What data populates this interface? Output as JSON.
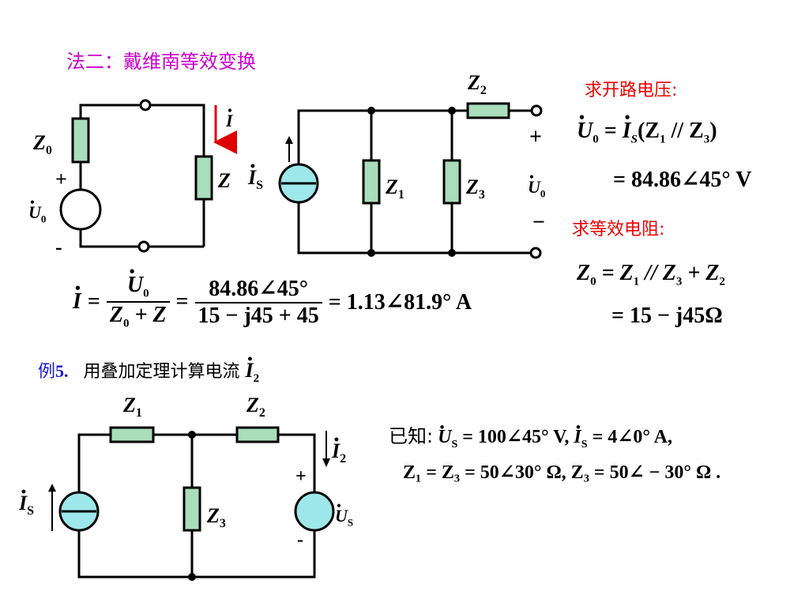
{
  "heading": "法二：戴维南等效变换",
  "open_circuit_title": "求开路电压:",
  "eq_resistance_title": "求等效电阻:",
  "circuit1": {
    "z0": "Z",
    "z0_sub": "0",
    "u0": "U",
    "u0_sub": "0",
    "z": "Z",
    "i": "I",
    "plus": "+",
    "minus": "-"
  },
  "circuit2": {
    "z2": "Z",
    "z2_sub": "2",
    "is": "I",
    "is_sub": "S",
    "z1": "Z",
    "z1_sub": "1",
    "z3": "Z",
    "z3_sub": "3",
    "u0": "U",
    "u0_sub": "0",
    "plus": "+",
    "minus": "−"
  },
  "eq_u0": {
    "lhs": "U",
    "lhs_sub": "0",
    "rhs_a": "= ",
    "is": "I",
    "is_sub": "S",
    "rhs_b": "(Z",
    "z1_sub": "1",
    "par": " // Z",
    "z3_sub": "3",
    "close": ")",
    "line2": "= 84.86∠45° V"
  },
  "eq_z0": {
    "line1_a": "Z",
    "line1_sub": "0",
    "line1_b": " = Z",
    "z1_sub": "1",
    "line1_c": " // Z",
    "z3_sub": "3",
    "line1_d": " + Z",
    "z2_sub": "2",
    "line2": "= 15 − j45Ω"
  },
  "eq_i": {
    "i": "I",
    "eq1": "=",
    "frac1_num": "U",
    "frac1_num_sub": "0",
    "frac1_den": "Z",
    "frac1_den_sub": "0",
    "frac1_den_rest": " + Z",
    "eq2": "=",
    "frac2_num": "84.86∠45°",
    "frac2_den": "15 − j45 + 45",
    "result": "= 1.13∠81.9° A"
  },
  "example": {
    "label": "例",
    "num": "5.",
    "text": "用叠加定理计算电流",
    "i": "I",
    "i_sub": "2"
  },
  "circuit3": {
    "z1": "Z",
    "z1_sub": "1",
    "z2": "Z",
    "z2_sub": "2",
    "z3": "Z",
    "z3_sub": "3",
    "is": "I",
    "is_sub": "S",
    "us": "U",
    "us_sub": "S",
    "i2": "I",
    "i2_sub": "2",
    "plus": "+",
    "minus": "-"
  },
  "known": {
    "prefix": "已知:",
    "line1": "U",
    "line1_sub": "S",
    "line1_rest": " = 100∠45° V,  ",
    "line1_is": "I",
    "line1_is_sub": "S",
    "line1_rest2": " = 4∠0° A,",
    "line2": "Z₁ = Z₃ = 50∠30° Ω,  Z₃ = 50∠ − 30° Ω ."
  },
  "colors": {
    "heading": "#cc00cc",
    "accent_red": "#ee0000",
    "example_num": "#1a1ad9",
    "resistor": "#aaddbb",
    "source_teal": "#9ee7ea"
  }
}
